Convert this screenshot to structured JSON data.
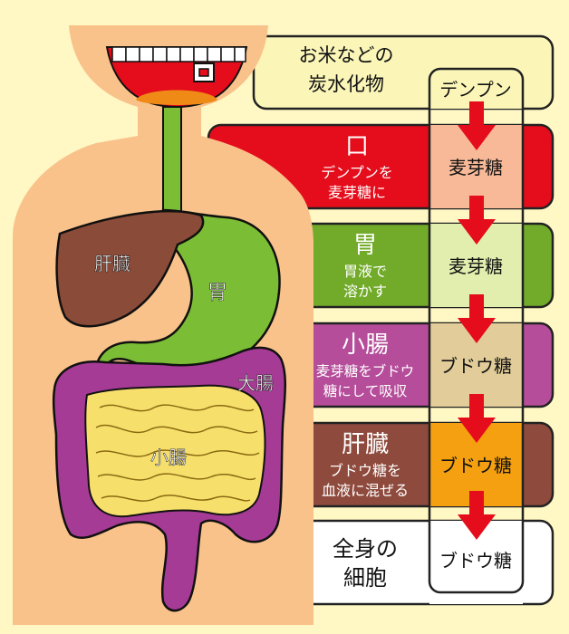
{
  "organs": {
    "liver": "肝臓",
    "stomach": "胃",
    "large_intestine": "大腸",
    "small_intestine": "小腸"
  },
  "mouth_box": "口",
  "rows": [
    {
      "title": "お米などの",
      "desc": "炭水化物",
      "value": "デンプン",
      "color": "#fbf6b8"
    },
    {
      "title": "口",
      "desc": "デンプンを",
      "desc2": "麦芽糖に",
      "value": "麦芽糖",
      "color": "#e50c1b",
      "value_bg": "#f7b998"
    },
    {
      "title": "胃",
      "desc": "胃液で",
      "desc2": "溶かす",
      "value": "麦芽糖",
      "color": "#72ab2a",
      "value_bg": "#e2eeae"
    },
    {
      "title": "小腸",
      "desc": "麦芽糖をブドウ",
      "desc2": "糖にして吸収",
      "value": "ブドウ糖",
      "color": "#b54d9a",
      "value_bg": "#e2cc99"
    },
    {
      "title": "肝臓",
      "desc": "ブドウ糖を",
      "desc2": "血液に混ぜる",
      "value": "ブドウ糖",
      "color": "#8e4a3c",
      "value_bg": "#f4a010"
    },
    {
      "title": "全身の",
      "desc": "細胞",
      "value": "ブドウ糖",
      "color": "#ffffff",
      "value_bg": "#ffffff"
    }
  ],
  "colors": {
    "background": "#fff7c4",
    "body": "#f9c28a",
    "liver": "#8b4b39",
    "stomach": "#7bbd35",
    "intestine_purple": "#a63b96",
    "small_intestine": "#f7df6c",
    "arrow": "#e50c1b"
  }
}
